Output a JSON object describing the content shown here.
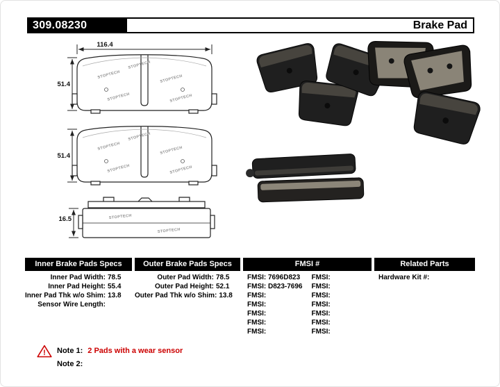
{
  "header": {
    "part_number": "309.08230",
    "product_name": "Brake Pad"
  },
  "diagram": {
    "pad_print": "STOPTECH",
    "dimensions": {
      "top_width": "116.4",
      "view1_height": "51.4",
      "view2_height": "51.4",
      "profile_height": "16.5"
    }
  },
  "specs": {
    "inner": {
      "title": "Inner Brake Pads Specs",
      "rows": [
        {
          "label": "Inner Pad Width:",
          "value": "78.5"
        },
        {
          "label": "Inner Pad Height:",
          "value": "55.4"
        },
        {
          "label": "Inner Pad Thk w/o Shim:",
          "value": "13.8"
        },
        {
          "label": "Sensor Wire Length:",
          "value": ""
        }
      ]
    },
    "outer": {
      "title": "Outer Brake Pads Specs",
      "rows": [
        {
          "label": "Outer Pad Width:",
          "value": "78.5"
        },
        {
          "label": "Outer Pad Height:",
          "value": "52.1"
        },
        {
          "label": "Outer Pad Thk w/o Shim:",
          "value": "13.8"
        }
      ]
    },
    "fmsi": {
      "title": "FMSI #",
      "rows": [
        {
          "left_label": "FMSI:",
          "left_value": "7696D823",
          "right_label": "FMSI:",
          "right_value": ""
        },
        {
          "left_label": "FMSI:",
          "left_value": "D823-7696",
          "right_label": "FMSI:",
          "right_value": ""
        },
        {
          "left_label": "FMSI:",
          "left_value": "",
          "right_label": "FMSI:",
          "right_value": ""
        },
        {
          "left_label": "FMSI:",
          "left_value": "",
          "right_label": "FMSI:",
          "right_value": ""
        },
        {
          "left_label": "FMSI:",
          "left_value": "",
          "right_label": "FMSI:",
          "right_value": ""
        },
        {
          "left_label": "FMSI:",
          "left_value": "",
          "right_label": "FMSI:",
          "right_value": ""
        },
        {
          "left_label": "FMSI:",
          "left_value": "",
          "right_label": "FMSI:",
          "right_value": ""
        }
      ]
    },
    "related": {
      "title": "Related Parts",
      "rows": [
        {
          "label": "Hardware Kit #:",
          "value": ""
        }
      ]
    }
  },
  "notes": {
    "warning_glyph": "!",
    "note1_label": "Note 1:",
    "note1_text": "2 Pads with a wear sensor",
    "note2_label": "Note 2:",
    "note2_text": ""
  },
  "colors": {
    "table_header_bg": "#000000",
    "note_text_red": "#cc0000",
    "background": "#ffffff"
  }
}
